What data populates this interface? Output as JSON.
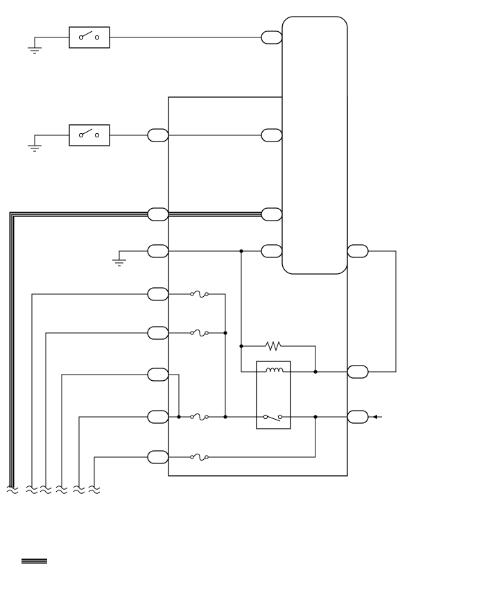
{
  "diagram": {
    "components": {
      "switches": [
        "switch-1",
        "switch-2"
      ],
      "grounds": [
        "ground-1",
        "ground-2",
        "ground-3"
      ],
      "fuses": [
        "fuse-1",
        "fuse-2",
        "fuse-3",
        "fuse-4"
      ],
      "relay": [
        "relay-coil",
        "relay-contact"
      ],
      "resistor": [
        "resistor"
      ]
    },
    "shielded_wire_legend": true
  }
}
